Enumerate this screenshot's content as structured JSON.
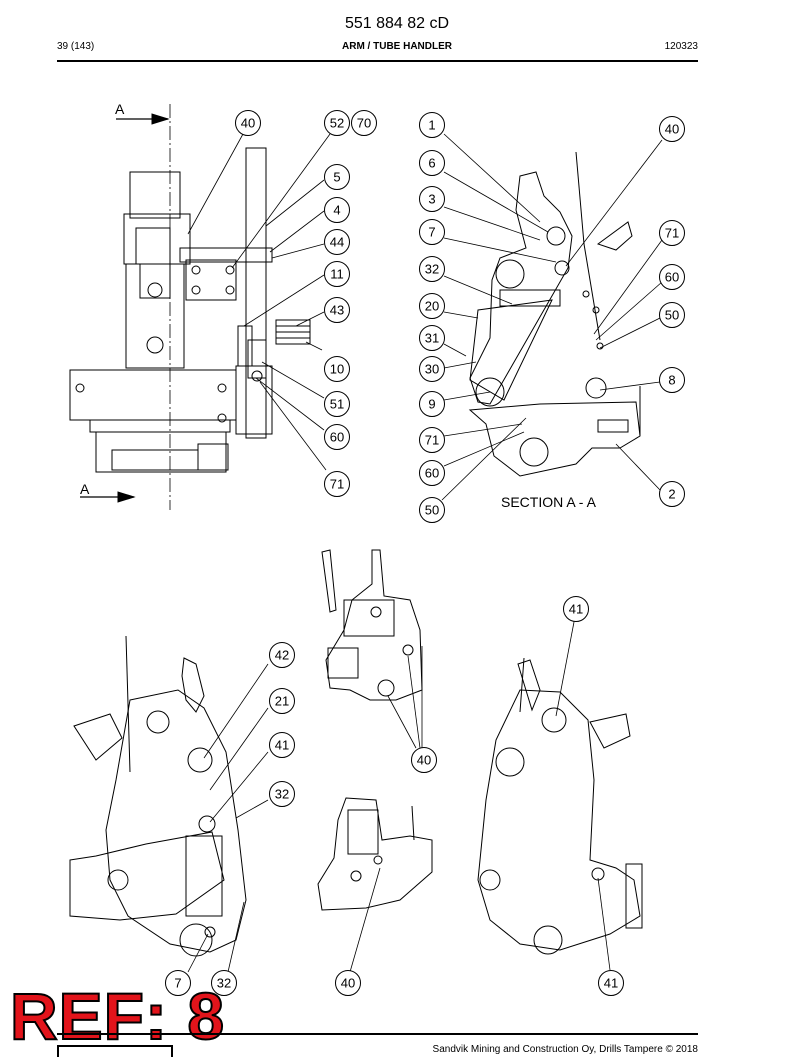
{
  "header": {
    "doc_number": "551 884 82 cD",
    "page": "39 (143)",
    "title": "ARM / TUBE HANDLER",
    "code": "120323"
  },
  "section_label": "SECTION A - A",
  "section_marker": "A",
  "callouts": {
    "top_left": [
      "40",
      "52",
      "70",
      "5",
      "4",
      "44",
      "11",
      "43",
      "10",
      "51",
      "60",
      "71"
    ],
    "section": [
      "1",
      "6",
      "3",
      "7",
      "32",
      "20",
      "31",
      "30",
      "9",
      "71",
      "60",
      "50",
      "40",
      "71",
      "60",
      "50",
      "8",
      "2"
    ],
    "lower_left": [
      "42",
      "21",
      "41",
      "32",
      "7",
      "32"
    ],
    "iso": [
      "40",
      "40"
    ],
    "lower_right": [
      "41",
      "41"
    ]
  },
  "footer": {
    "copyright": "Sandvik Mining and Construction Oy, Drills Tampere © 2018"
  },
  "stamp": "REF: 8"
}
